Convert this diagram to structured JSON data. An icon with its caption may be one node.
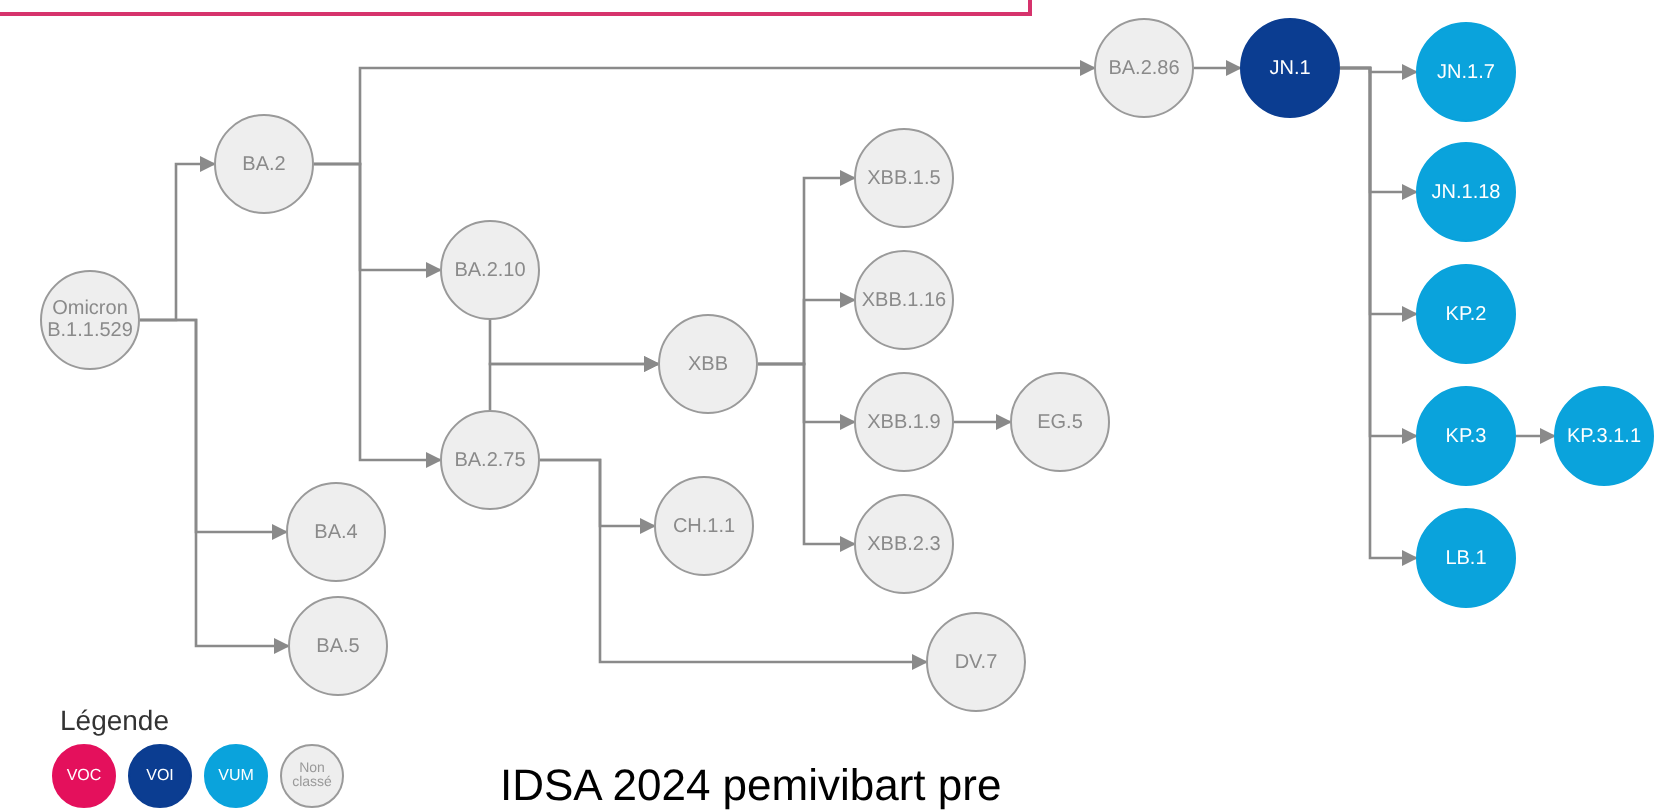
{
  "diagram": {
    "nodes": [
      {
        "text": [
          "Omicron B.1.1.529"
        ]
      },
      {
        "text": [
          "BA.2"
        ]
      },
      {
        "text": [
          "BA.2.10"
        ]
      },
      {
        "text": [
          "BA.2.75"
        ]
      },
      {
        "text": [
          "XBB"
        ]
      },
      {
        "text": [
          "BA.4"
        ]
      },
      {
        "text": [
          "BA.5"
        ]
      },
      {
        "text": [
          "CH.1.1"
        ]
      },
      {
        "text": [
          "XBB.1.5"
        ]
      },
      {
        "text": [
          "XBB.1.16"
        ]
      },
      {
        "text": [
          "XBB.1.9"
        ]
      },
      {
        "text": [
          "XBB.2.3"
        ]
      },
      {
        "text": [
          "EG.5"
        ]
      },
      {
        "text": [
          "DV.7"
        ]
      },
      {
        "text": [
          "BA.2.86"
        ]
      },
      {
        "text": [
          "JN.1"
        ]
      },
      {
        "text": [
          "JN.1.7"
        ]
      },
      {
        "text": [
          "JN.1.18"
        ]
      },
      {
        "text": [
          "KP.2"
        ]
      },
      {
        "text": [
          "KP.3"
        ]
      },
      {
        "text": [
          "KP.3.1.1"
        ]
      },
      {
        "text": [
          "LB.1"
        ]
      }
    ],
    "edges": [
      {
        "from": 0,
        "to": 1,
        "arrow": "to"
      },
      {
        "from": 0,
        "to": 5,
        "arrow": "to"
      },
      {
        "from": 0,
        "to": 6,
        "arrow": "to"
      },
      {
        "from": 1,
        "to": 14,
        "arrow": "to"
      },
      {
        "from": 1,
        "to": 2,
        "arrow": "to"
      },
      {
        "from": 1,
        "to": 3,
        "arrow": "to"
      },
      {
        "from": 2,
        "to": 4,
        "arrow": "to"
      },
      {
        "from": 3,
        "to": 4,
        "arrow": "to"
      },
      {
        "from": 3,
        "to": 7,
        "arrow": "to"
      },
      {
        "from": 3,
        "to": 13,
        "arrow": "to"
      },
      {
        "from": 4,
        "to": 8,
        "arrow": "to"
      },
      {
        "from": 4,
        "to": 9,
        "arrow": "to"
      },
      {
        "from": 4,
        "to": 10,
        "arrow": "to"
      },
      {
        "from": 4,
        "to": 11,
        "arrow": "to"
      },
      {
        "from": 10,
        "to": 12,
        "arrow": "to"
      },
      {
        "from": 14,
        "to": 15,
        "arrow": "to"
      },
      {
        "from": 15,
        "to": 16,
        "arrow": "to"
      },
      {
        "from": 15,
        "to": 17,
        "arrow": "to"
      },
      {
        "from": 15,
        "to": 18,
        "arrow": "to"
      },
      {
        "from": 15,
        "to": 19,
        "arrow": "to"
      },
      {
        "from": 15,
        "to": 21,
        "arrow": "to"
      },
      {
        "from": 19,
        "to": 20,
        "arrow": "to"
      }
    ],
    "labels": [
      "Légende",
      "IDSA 2024 pemivibart pre"
    ],
    "legend": [
      {
        "text": "VOC",
        "color": "#e4105c"
      },
      {
        "text": "VOI",
        "color": "#0b3d91"
      },
      {
        "text": "VUM",
        "color": "#0aa3dc"
      },
      {
        "text": "Non classé",
        "color": "#eeeeee"
      }
    ]
  }
}
